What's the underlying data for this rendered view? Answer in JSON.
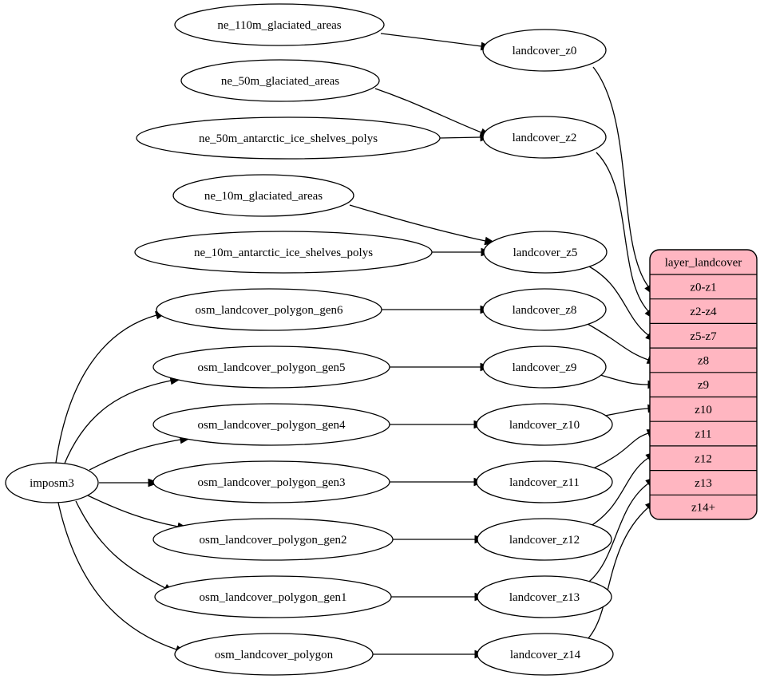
{
  "graph": {
    "nodes": [
      {
        "id": "imposm3",
        "label": "imposm3",
        "kind": "source"
      },
      {
        "id": "ne_110m_glaciated_areas",
        "label": "ne_110m_glaciated_areas",
        "kind": "table"
      },
      {
        "id": "ne_50m_glaciated_areas",
        "label": "ne_50m_glaciated_areas",
        "kind": "table"
      },
      {
        "id": "ne_50m_antarctic_ice_shelves_polys",
        "label": "ne_50m_antarctic_ice_shelves_polys",
        "kind": "table"
      },
      {
        "id": "ne_10m_glaciated_areas",
        "label": "ne_10m_glaciated_areas",
        "kind": "table"
      },
      {
        "id": "ne_10m_antarctic_ice_shelves_polys",
        "label": "ne_10m_antarctic_ice_shelves_polys",
        "kind": "table"
      },
      {
        "id": "osm_landcover_polygon_gen6",
        "label": "osm_landcover_polygon_gen6",
        "kind": "table"
      },
      {
        "id": "osm_landcover_polygon_gen5",
        "label": "osm_landcover_polygon_gen5",
        "kind": "table"
      },
      {
        "id": "osm_landcover_polygon_gen4",
        "label": "osm_landcover_polygon_gen4",
        "kind": "table"
      },
      {
        "id": "osm_landcover_polygon_gen3",
        "label": "osm_landcover_polygon_gen3",
        "kind": "table"
      },
      {
        "id": "osm_landcover_polygon_gen2",
        "label": "osm_landcover_polygon_gen2",
        "kind": "table"
      },
      {
        "id": "osm_landcover_polygon_gen1",
        "label": "osm_landcover_polygon_gen1",
        "kind": "table"
      },
      {
        "id": "osm_landcover_polygon",
        "label": "osm_landcover_polygon",
        "kind": "table"
      },
      {
        "id": "landcover_z0",
        "label": "landcover_z0",
        "kind": "view"
      },
      {
        "id": "landcover_z2",
        "label": "landcover_z2",
        "kind": "view"
      },
      {
        "id": "landcover_z5",
        "label": "landcover_z5",
        "kind": "view"
      },
      {
        "id": "landcover_z8",
        "label": "landcover_z8",
        "kind": "view"
      },
      {
        "id": "landcover_z9",
        "label": "landcover_z9",
        "kind": "view"
      },
      {
        "id": "landcover_z10",
        "label": "landcover_z10",
        "kind": "view"
      },
      {
        "id": "landcover_z11",
        "label": "landcover_z11",
        "kind": "view"
      },
      {
        "id": "landcover_z12",
        "label": "landcover_z12",
        "kind": "view"
      },
      {
        "id": "landcover_z13",
        "label": "landcover_z13",
        "kind": "view"
      },
      {
        "id": "landcover_z14",
        "label": "landcover_z14",
        "kind": "view"
      }
    ],
    "record": {
      "id": "layer_landcover",
      "title": "layer_landcover",
      "rows": [
        "z0-z1",
        "z2-z4",
        "z5-z7",
        "z8",
        "z9",
        "z10",
        "z11",
        "z12",
        "z13",
        "z14+"
      ]
    },
    "edges": [
      {
        "from": "imposm3",
        "to": "osm_landcover_polygon_gen6"
      },
      {
        "from": "imposm3",
        "to": "osm_landcover_polygon_gen5"
      },
      {
        "from": "imposm3",
        "to": "osm_landcover_polygon_gen4"
      },
      {
        "from": "imposm3",
        "to": "osm_landcover_polygon_gen3"
      },
      {
        "from": "imposm3",
        "to": "osm_landcover_polygon_gen2"
      },
      {
        "from": "imposm3",
        "to": "osm_landcover_polygon_gen1"
      },
      {
        "from": "imposm3",
        "to": "osm_landcover_polygon"
      },
      {
        "from": "ne_110m_glaciated_areas",
        "to": "landcover_z0"
      },
      {
        "from": "ne_50m_glaciated_areas",
        "to": "landcover_z2"
      },
      {
        "from": "ne_50m_antarctic_ice_shelves_polys",
        "to": "landcover_z2"
      },
      {
        "from": "ne_10m_glaciated_areas",
        "to": "landcover_z5"
      },
      {
        "from": "ne_10m_antarctic_ice_shelves_polys",
        "to": "landcover_z5"
      },
      {
        "from": "osm_landcover_polygon_gen6",
        "to": "landcover_z8"
      },
      {
        "from": "osm_landcover_polygon_gen5",
        "to": "landcover_z9"
      },
      {
        "from": "osm_landcover_polygon_gen4",
        "to": "landcover_z10"
      },
      {
        "from": "osm_landcover_polygon_gen3",
        "to": "landcover_z11"
      },
      {
        "from": "osm_landcover_polygon_gen2",
        "to": "landcover_z12"
      },
      {
        "from": "osm_landcover_polygon_gen1",
        "to": "landcover_z13"
      },
      {
        "from": "osm_landcover_polygon",
        "to": "landcover_z14"
      },
      {
        "from": "landcover_z0",
        "to": "layer_landcover:z0-z1"
      },
      {
        "from": "landcover_z2",
        "to": "layer_landcover:z2-z4"
      },
      {
        "from": "landcover_z5",
        "to": "layer_landcover:z5-z7"
      },
      {
        "from": "landcover_z8",
        "to": "layer_landcover:z8"
      },
      {
        "from": "landcover_z9",
        "to": "layer_landcover:z9"
      },
      {
        "from": "landcover_z10",
        "to": "layer_landcover:z10"
      },
      {
        "from": "landcover_z11",
        "to": "layer_landcover:z11"
      },
      {
        "from": "landcover_z12",
        "to": "layer_landcover:z12"
      },
      {
        "from": "landcover_z13",
        "to": "layer_landcover:z13"
      },
      {
        "from": "landcover_z14",
        "to": "layer_landcover:z14+"
      }
    ],
    "colors": {
      "record_fill": "#ffb6c1",
      "node_fill": "#ffffff",
      "stroke": "#000000",
      "background": "#ffffff"
    }
  }
}
